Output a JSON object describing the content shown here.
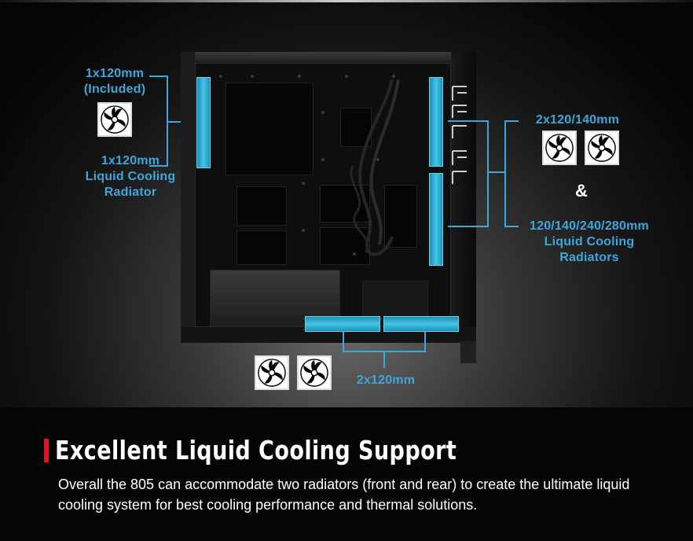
{
  "top_left": {
    "fan_label_line1": "1x120mm",
    "fan_label_line2": "(Included)",
    "radiator_label_line1": "1x120mm",
    "radiator_label_line2": "Liquid Cooling",
    "radiator_label_line3": "Radiator"
  },
  "right": {
    "fan_label": "2x120/140mm",
    "ampersand": "&",
    "radiator_label_line1": "120/140/240/280mm",
    "radiator_label_line2": "Liquid Cooling",
    "radiator_label_line3": "Radiators"
  },
  "bottom_fans": {
    "label": "2x120mm"
  },
  "headline": "Excellent Liquid Cooling Support",
  "description": "Overall the 805 can accommodate two radiators (front and rear) to create the ultimate liquid cooling system for best cooling performance and thermal solutions.",
  "colors": {
    "accent_blue": "#3fa6dc",
    "radiator_cyan": "#46c3e4",
    "headline_accent_red": "#e0161d"
  },
  "icons": [
    "fan-icon"
  ]
}
